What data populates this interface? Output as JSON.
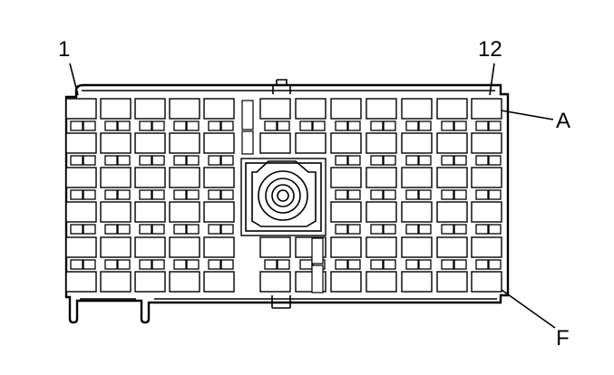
{
  "labels": {
    "pin_first": "1",
    "pin_last": "12",
    "row_first": "A",
    "row_last": "F"
  }
}
